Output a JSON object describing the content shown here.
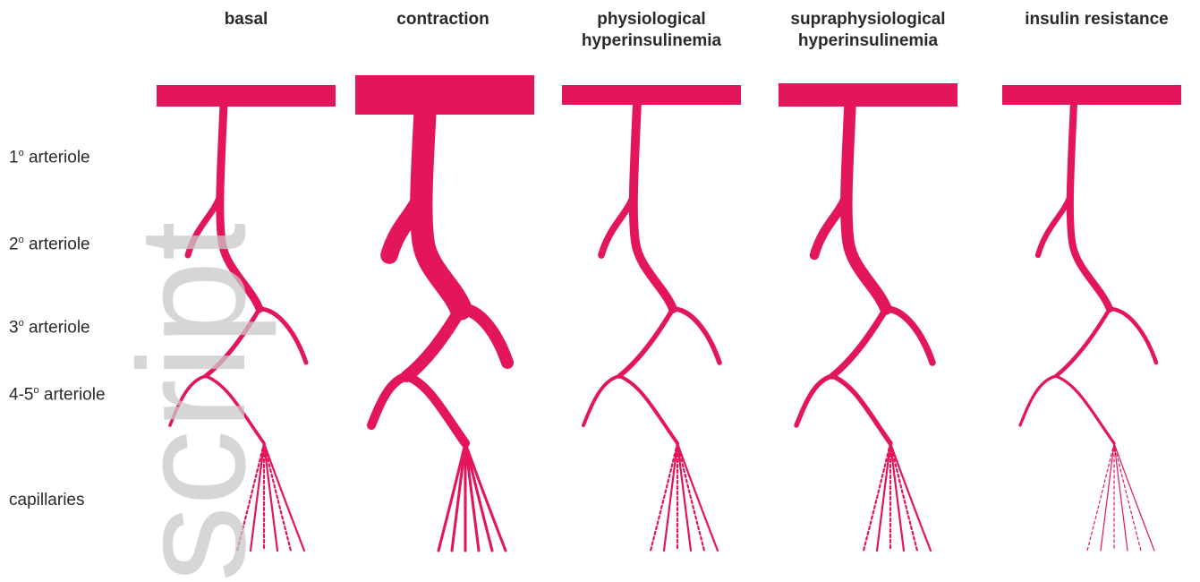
{
  "columns": [
    {
      "lines": [
        "basal"
      ]
    },
    {
      "lines": [
        "contraction"
      ]
    },
    {
      "lines": [
        "physiological",
        "hyperinsulinemia"
      ]
    },
    {
      "lines": [
        "supraphysiological",
        "hyperinsulinemia"
      ]
    },
    {
      "lines": [
        "insulin resistance"
      ]
    }
  ],
  "rows": [
    {
      "num": "1",
      "sup": "o",
      "text": " arteriole"
    },
    {
      "num": "2",
      "sup": "o",
      "text": " arteriole"
    },
    {
      "num": "3",
      "sup": "o",
      "text": " arteriole"
    },
    {
      "num": "4-5",
      "sup": "o",
      "text": " arteriole"
    },
    {
      "num": "",
      "sup": "",
      "text": "capillaries"
    }
  ],
  "watermark": "script",
  "colors": {
    "vessel": "#e3165b",
    "watermark": "#c8c8c8"
  }
}
